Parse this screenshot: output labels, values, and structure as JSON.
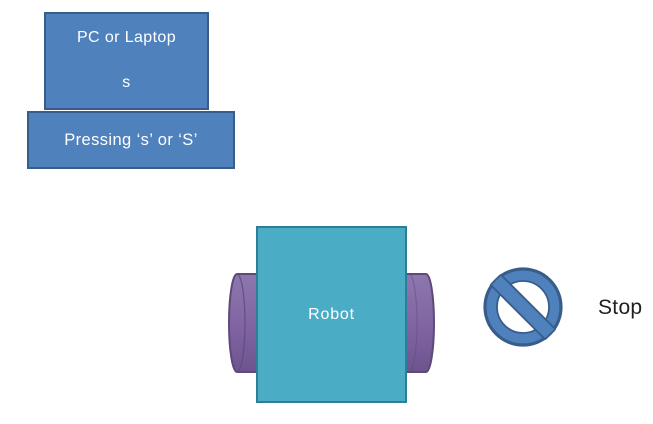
{
  "title": "Robot stop behaviour diagram",
  "colors": {
    "background": "#FFFFFF",
    "blue_fill": "#4F81BD",
    "blue_border": "#385D8A",
    "teal_fill": "#4BACC6",
    "teal_border": "#2E7E95",
    "purple_fill": "#8064A2",
    "purple_border": "#5F497A",
    "label_text": "#FFFFFF",
    "stop_text": "#1F1F1F"
  },
  "nodes": {
    "pc_box": {
      "line1": "PC or Laptop",
      "line2": "s"
    },
    "pressing_box": {
      "label": "Pressing ‘s’ or ‘S’"
    },
    "robot": {
      "label": "Robot"
    },
    "stop": {
      "label": "Stop"
    }
  },
  "icons": {
    "left_wheel": "purple-cylinder-wheel",
    "right_wheel": "purple-cylinder-wheel",
    "no_symbol": "prohibition-no-entry-sign"
  }
}
